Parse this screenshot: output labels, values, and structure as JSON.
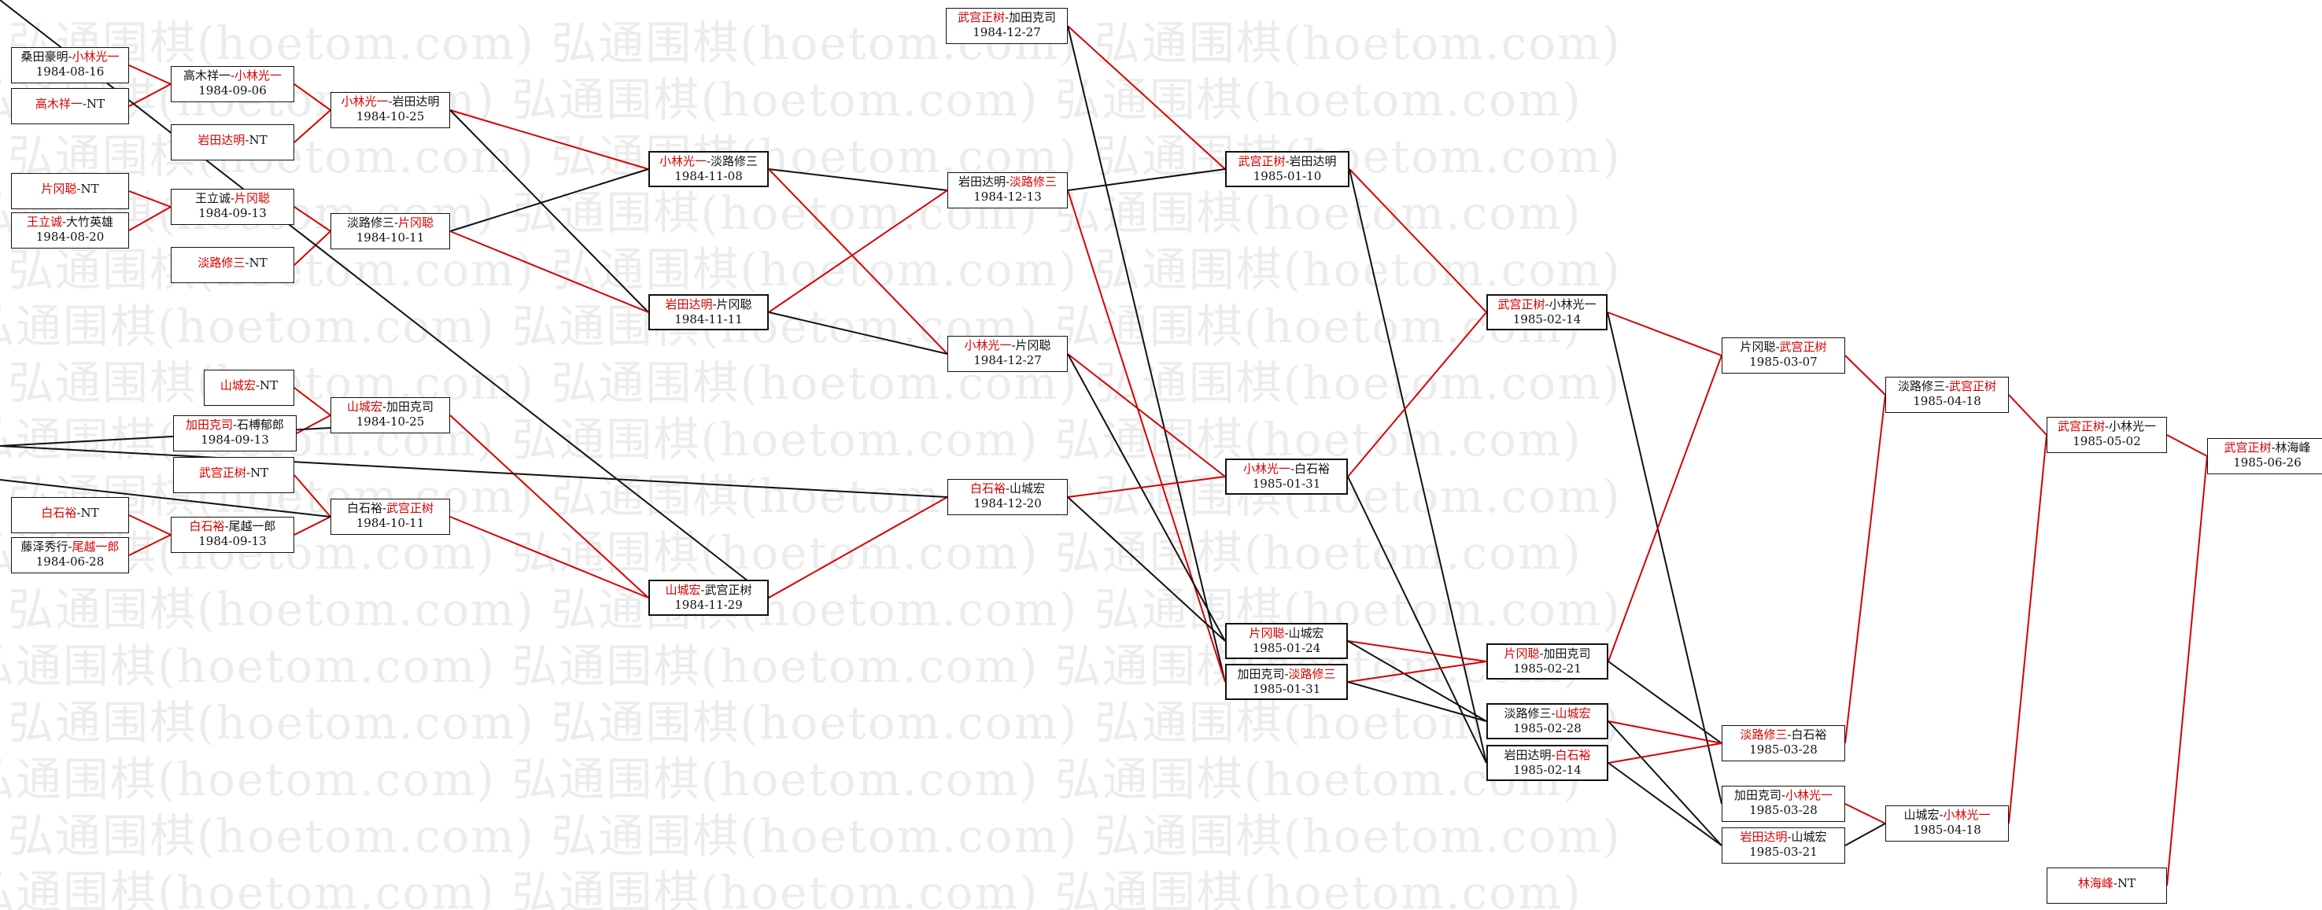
{
  "watermark": {
    "text": "弘通围棋(hoetom.com)",
    "color": "#ececec"
  },
  "colors": {
    "win": "#d80000",
    "loss": "#111111",
    "box_border": "#111111"
  },
  "matches": [
    {
      "id": "m1a",
      "p1": "桑田豪明",
      "p2": "小林光一",
      "winner": 2,
      "date": "1984-08-16"
    },
    {
      "id": "m1b",
      "p1": "高木祥一",
      "p2": "NT",
      "winner": 1,
      "date": ""
    },
    {
      "id": "m1c",
      "p1": "片冈聪",
      "p2": "NT",
      "winner": 1,
      "date": ""
    },
    {
      "id": "m1d",
      "p1": "王立诚",
      "p2": "大竹英雄",
      "winner": 1,
      "date": "1984-08-20"
    },
    {
      "id": "m1e",
      "p1": "白石裕",
      "p2": "NT",
      "winner": 1,
      "date": ""
    },
    {
      "id": "m1f",
      "p1": "藤泽秀行",
      "p2": "尾越一郎",
      "winner": 2,
      "date": "1984-06-28"
    },
    {
      "id": "m2a",
      "p1": "高木祥一",
      "p2": "小林光一",
      "winner": 2,
      "date": "1984-09-06"
    },
    {
      "id": "m2b",
      "p1": "岩田达明",
      "p2": "NT",
      "winner": 1,
      "date": ""
    },
    {
      "id": "m2c",
      "p1": "王立诚",
      "p2": "片冈聪",
      "winner": 2,
      "date": "1984-09-13"
    },
    {
      "id": "m2d",
      "p1": "淡路修三",
      "p2": "NT",
      "winner": 1,
      "date": ""
    },
    {
      "id": "m2e",
      "p1": "山城宏",
      "p2": "NT",
      "winner": 1,
      "date": ""
    },
    {
      "id": "m2f",
      "p1": "加田克司",
      "p2": "石榑郁郎",
      "winner": 1,
      "date": "1984-09-13"
    },
    {
      "id": "m2g",
      "p1": "武宫正树",
      "p2": "NT",
      "winner": 1,
      "date": ""
    },
    {
      "id": "m2h",
      "p1": "白石裕",
      "p2": "尾越一郎",
      "winner": 1,
      "date": "1984-09-13"
    },
    {
      "id": "m3a",
      "p1": "小林光一",
      "p2": "岩田达明",
      "winner": 1,
      "date": "1984-10-25"
    },
    {
      "id": "m3b",
      "p1": "淡路修三",
      "p2": "片冈聪",
      "winner": 2,
      "date": "1984-10-11"
    },
    {
      "id": "m3c",
      "p1": "山城宏",
      "p2": "加田克司",
      "winner": 1,
      "date": "1984-10-25"
    },
    {
      "id": "m3d",
      "p1": "白石裕",
      "p2": "武宫正树",
      "winner": 2,
      "date": "1984-10-11"
    },
    {
      "id": "m4a",
      "p1": "小林光一",
      "p2": "淡路修三",
      "winner": 1,
      "date": "1984-11-08"
    },
    {
      "id": "m4b",
      "p1": "岩田达明",
      "p2": "片冈聪",
      "winner": 1,
      "date": "1984-11-11"
    },
    {
      "id": "m4c",
      "p1": "山城宏",
      "p2": "武宫正树",
      "winner": 1,
      "date": "1984-11-29"
    },
    {
      "id": "m5a",
      "p1": "武宫正树",
      "p2": "加田克司",
      "winner": 1,
      "date": "1984-12-27"
    },
    {
      "id": "m5b",
      "p1": "岩田达明",
      "p2": "淡路修三",
      "winner": 2,
      "date": "1984-12-13"
    },
    {
      "id": "m5c",
      "p1": "小林光一",
      "p2": "片冈聪",
      "winner": 1,
      "date": "1984-12-27"
    },
    {
      "id": "m5d",
      "p1": "白石裕",
      "p2": "山城宏",
      "winner": 1,
      "date": "1984-12-20"
    },
    {
      "id": "m6a",
      "p1": "武宫正树",
      "p2": "岩田达明",
      "winner": 1,
      "date": "1985-01-10"
    },
    {
      "id": "m6b",
      "p1": "小林光一",
      "p2": "白石裕",
      "winner": 1,
      "date": "1985-01-31"
    },
    {
      "id": "m6c",
      "p1": "片冈聪",
      "p2": "山城宏",
      "winner": 1,
      "date": "1985-01-24"
    },
    {
      "id": "m6d",
      "p1": "加田克司",
      "p2": "淡路修三",
      "winner": 2,
      "date": "1985-01-31"
    },
    {
      "id": "m7a",
      "p1": "武宫正树",
      "p2": "小林光一",
      "winner": 1,
      "date": "1985-02-14"
    },
    {
      "id": "m7b",
      "p1": "片冈聪",
      "p2": "加田克司",
      "winner": 1,
      "date": "1985-02-21"
    },
    {
      "id": "m7c",
      "p1": "淡路修三",
      "p2": "山城宏",
      "winner": 2,
      "date": "1985-02-28"
    },
    {
      "id": "m7d",
      "p1": "岩田达明",
      "p2": "白石裕",
      "winner": 2,
      "date": "1985-02-14"
    },
    {
      "id": "m8a",
      "p1": "片冈聪",
      "p2": "武宫正树",
      "winner": 2,
      "date": "1985-03-07"
    },
    {
      "id": "m8b",
      "p1": "淡路修三",
      "p2": "白石裕",
      "winner": 1,
      "date": "1985-03-28"
    },
    {
      "id": "m8c",
      "p1": "加田克司",
      "p2": "小林光一",
      "winner": 2,
      "date": "1985-03-28"
    },
    {
      "id": "m8d",
      "p1": "岩田达明",
      "p2": "山城宏",
      "winner": 1,
      "date": "1985-03-21"
    },
    {
      "id": "m9a",
      "p1": "淡路修三",
      "p2": "武宫正树",
      "winner": 2,
      "date": "1985-04-18"
    },
    {
      "id": "m9b",
      "p1": "山城宏",
      "p2": "小林光一",
      "winner": 2,
      "date": "1985-04-18"
    },
    {
      "id": "m10a",
      "p1": "武宫正树",
      "p2": "小林光一",
      "winner": 1,
      "date": "1985-05-02"
    },
    {
      "id": "m10b",
      "p1": "林海峰",
      "p2": "NT",
      "winner": 1,
      "date": ""
    },
    {
      "id": "m11",
      "p1": "武宫正树",
      "p2": "林海峰",
      "winner": 1,
      "date": "1985-06-26"
    }
  ]
}
